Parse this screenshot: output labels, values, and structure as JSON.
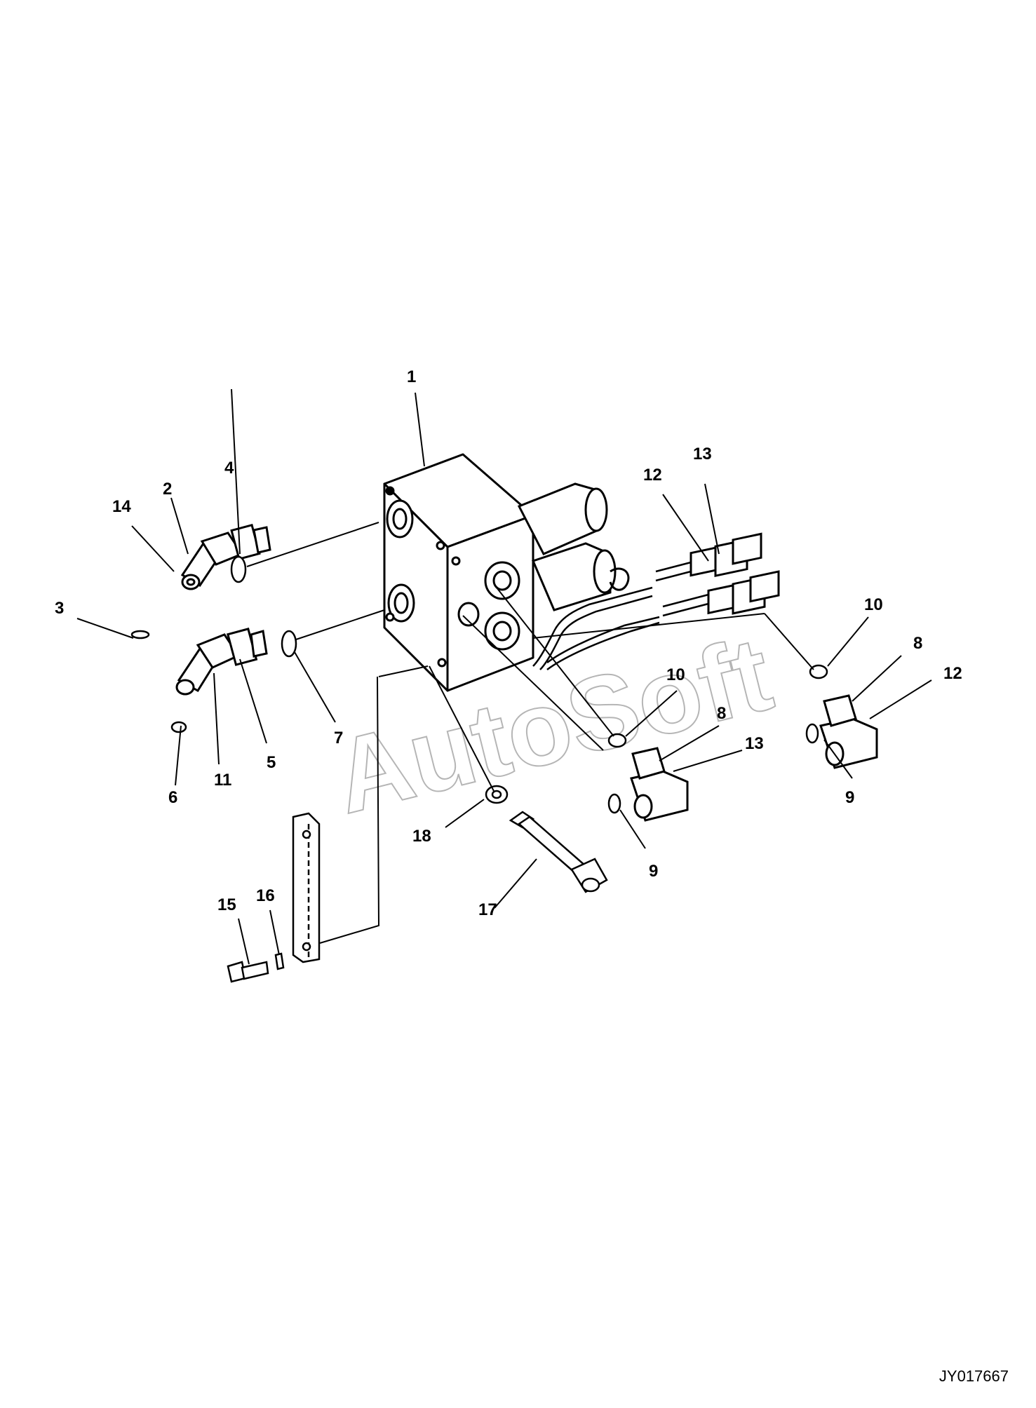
{
  "watermark": "AutoSoft",
  "drawing_code": "JY017667",
  "callouts": {
    "c1": "1",
    "c2": "2",
    "c3": "3",
    "c4": "4",
    "c5": "5",
    "c6": "6",
    "c7": "7",
    "c8a": "8",
    "c8b": "8",
    "c9a": "9",
    "c9b": "9",
    "c10a": "10",
    "c10b": "10",
    "c11": "11",
    "c12a": "12",
    "c12b": "12",
    "c13a": "13",
    "c13b": "13",
    "c14": "14",
    "c15": "15",
    "c16": "16",
    "c17": "17",
    "c18": "18"
  }
}
